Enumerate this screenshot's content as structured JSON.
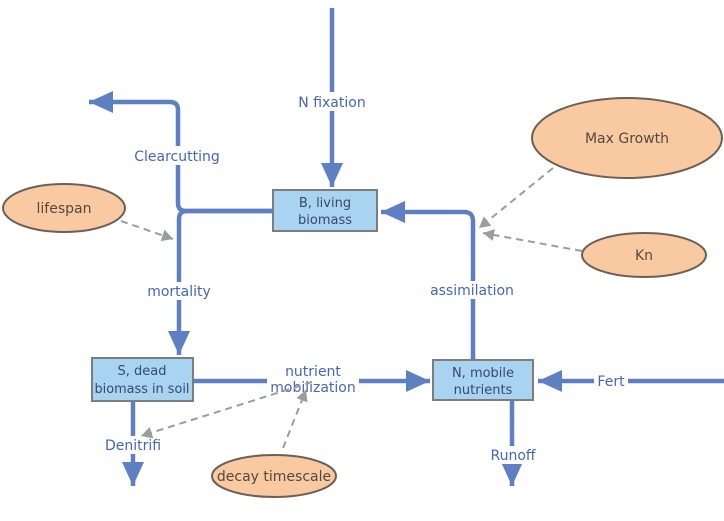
{
  "diagram": {
    "stocks": [
      {
        "name": "living-biomass",
        "lines": [
          "B, living",
          "biomass"
        ]
      },
      {
        "name": "dead-biomass-soil",
        "lines": [
          "S, dead",
          "biomass in soil"
        ]
      },
      {
        "name": "mobile-nutrients",
        "lines": [
          "N, mobile",
          "nutrients"
        ]
      }
    ],
    "flows": [
      {
        "name": "n-fixation",
        "label": "N fixation"
      },
      {
        "name": "clearcutting",
        "label": "Clearcutting"
      },
      {
        "name": "mortality",
        "label": "mortality"
      },
      {
        "name": "assimilation",
        "label": "assimilation"
      },
      {
        "name": "nutrient-mobilization",
        "lines": [
          "nutrient",
          "mobilization"
        ]
      },
      {
        "name": "denitrification",
        "label": "Denitrifi"
      },
      {
        "name": "runoff",
        "label": "Runoff"
      },
      {
        "name": "fertilization",
        "label": "Fert"
      }
    ],
    "parameters": [
      {
        "name": "lifespan",
        "label": "lifespan"
      },
      {
        "name": "max-growth",
        "label": "Max Growth"
      },
      {
        "name": "kn",
        "label": "Kn"
      },
      {
        "name": "decay-timescale",
        "label": "decay timescale"
      }
    ],
    "colors": {
      "pipe_blue": "#5E80C2",
      "flow_label_blue": "#4467B8",
      "stock_fill": "#A9D4F1",
      "stock_border": "#7D7D7D",
      "stock_text": "#36496E",
      "param_fill": "#F9C9A1",
      "param_border": "#6B6054",
      "param_text": "#53493F",
      "connector_gray": "#9C9C9C",
      "background": "#FFFFFF"
    }
  }
}
